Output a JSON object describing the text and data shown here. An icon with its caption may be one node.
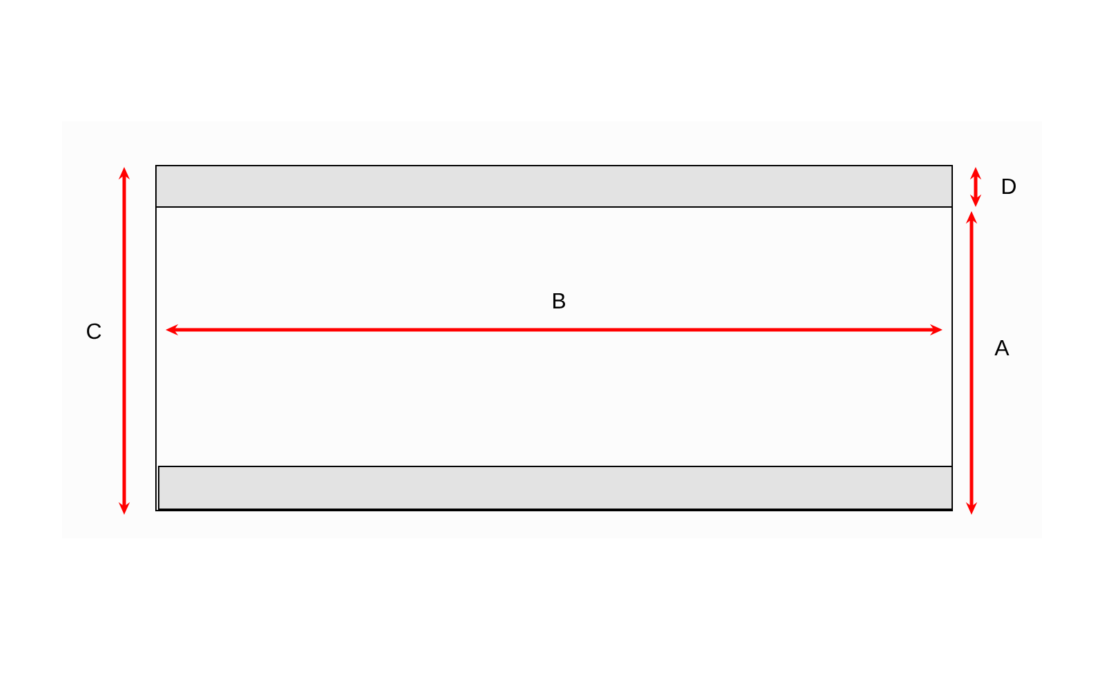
{
  "diagram": {
    "labels": [
      "D",
      "B",
      "C",
      "A"
    ]
  }
}
